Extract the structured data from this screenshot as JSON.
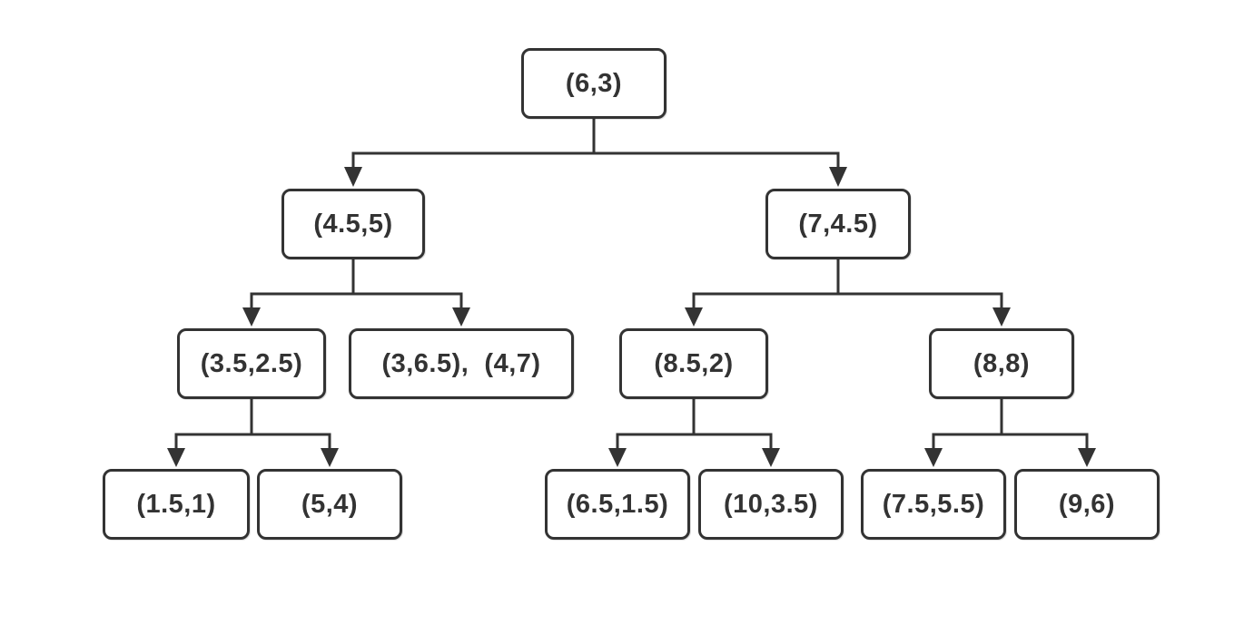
{
  "page": {
    "background": "#ffffff"
  },
  "diagram": {
    "type": "binary-tree",
    "description": "k-d tree of 2D points",
    "stroke_color": "#333333",
    "text_color": "#333333",
    "node_fill": "#ffffff",
    "nodes": {
      "root": {
        "label": "(6,3)"
      },
      "l": {
        "label": "(4.5,5)"
      },
      "r": {
        "label": "(7,4.5)"
      },
      "ll": {
        "label": "(3.5,2.5)"
      },
      "lr": {
        "label": "(3,6.5),  (4,7)"
      },
      "rl": {
        "label": "(8.5,2)"
      },
      "rr": {
        "label": "(8,8)"
      },
      "lll": {
        "label": "(1.5,1)"
      },
      "llr": {
        "label": "(5,4)"
      },
      "rll": {
        "label": "(6.5,1.5)"
      },
      "rlr": {
        "label": "(10,3.5)"
      },
      "rrl": {
        "label": "(7.5,5.5)"
      },
      "rrr": {
        "label": "(9,6)"
      }
    },
    "edges": [
      {
        "from": "(6,3)",
        "to": "(4.5,5)"
      },
      {
        "from": "(6,3)",
        "to": "(7,4.5)"
      },
      {
        "from": "(4.5,5)",
        "to": "(3.5,2.5)"
      },
      {
        "from": "(4.5,5)",
        "to": "(3,6.5),  (4,7)"
      },
      {
        "from": "(7,4.5)",
        "to": "(8.5,2)"
      },
      {
        "from": "(7,4.5)",
        "to": "(8,8)"
      },
      {
        "from": "(3.5,2.5)",
        "to": "(1.5,1)"
      },
      {
        "from": "(3.5,2.5)",
        "to": "(5,4)"
      },
      {
        "from": "(8.5,2)",
        "to": "(6.5,1.5)"
      },
      {
        "from": "(8.5,2)",
        "to": "(10,3.5)"
      },
      {
        "from": "(8,8)",
        "to": "(7.5,5.5)"
      },
      {
        "from": "(8,8)",
        "to": "(9,6)"
      }
    ]
  }
}
